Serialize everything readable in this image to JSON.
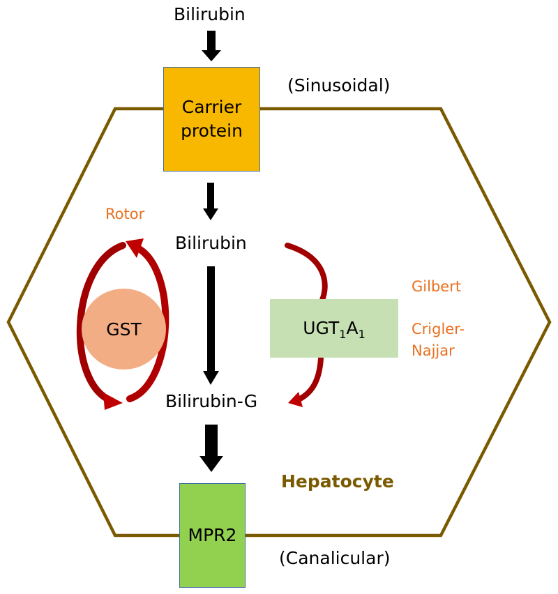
{
  "diagram": {
    "labels": {
      "bilirubin_top": "Bilirubin",
      "sinusoidal": "(Sinusoidal)",
      "carrier_protein_line1": "Carrier",
      "carrier_protein_line2": "protein",
      "bilirubin_mid": "Bilirubin",
      "bilirubin_g": "Bilirubin-G",
      "gst": "GST",
      "ugt_main": "UGT",
      "ugt_sub1": "1",
      "ugt_a": "A",
      "ugt_sub2": "1",
      "rotor": "Rotor",
      "gilbert": "Gilbert",
      "crigler_line1": "Crigler-",
      "crigler_line2": "Najjar",
      "hepatocyte": "Hepatocyte",
      "mpr2": "MPR2",
      "canalicular": "(Canalicular)"
    },
    "colors": {
      "hexagon_border": "#7a5a00",
      "carrier_fill": "#f9b800",
      "mpr2_fill": "#92d050",
      "ugt_fill": "#c6e0b4",
      "gst_fill": "#f3ad84",
      "curved_arrow": "#c00000",
      "disease_text": "#e8701e",
      "box_border": "#3f6f9f"
    }
  }
}
